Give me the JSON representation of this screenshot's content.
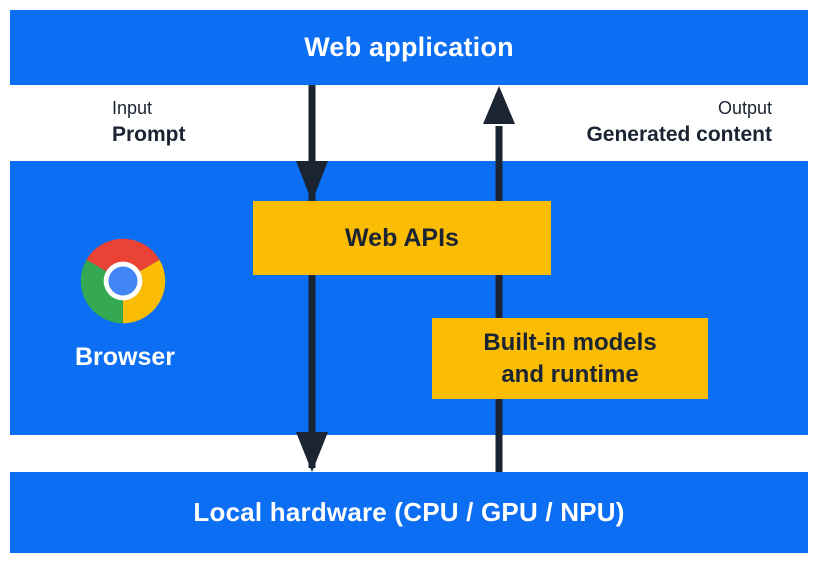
{
  "diagram": {
    "title_bar": "Web application",
    "bottom_bar": "Local hardware (CPU / GPU / NPU)"
  },
  "flow": {
    "input": {
      "label": "Input",
      "value": "Prompt"
    },
    "output": {
      "label": "Output",
      "value": "Generated content"
    }
  },
  "browser": {
    "label": "Browser",
    "icon": "chrome-icon"
  },
  "boxes": {
    "web_apis": {
      "label": "Web APIs"
    },
    "builtin_models": {
      "line1": "Built-in models",
      "line2": "and runtime"
    }
  },
  "arrows": {
    "down": "prompt-flow-down-arrow",
    "up": "generated-content-up-arrow"
  },
  "colors": {
    "band_blue": "#0b6ef3",
    "box_yellow": "#fbbc04",
    "ink_navy": "#1b2433",
    "text_white": "#ffffff",
    "chrome_red": "#ea4335",
    "chrome_yellow": "#fbbc05",
    "chrome_green": "#34a853",
    "chrome_blue": "#4285f4"
  }
}
